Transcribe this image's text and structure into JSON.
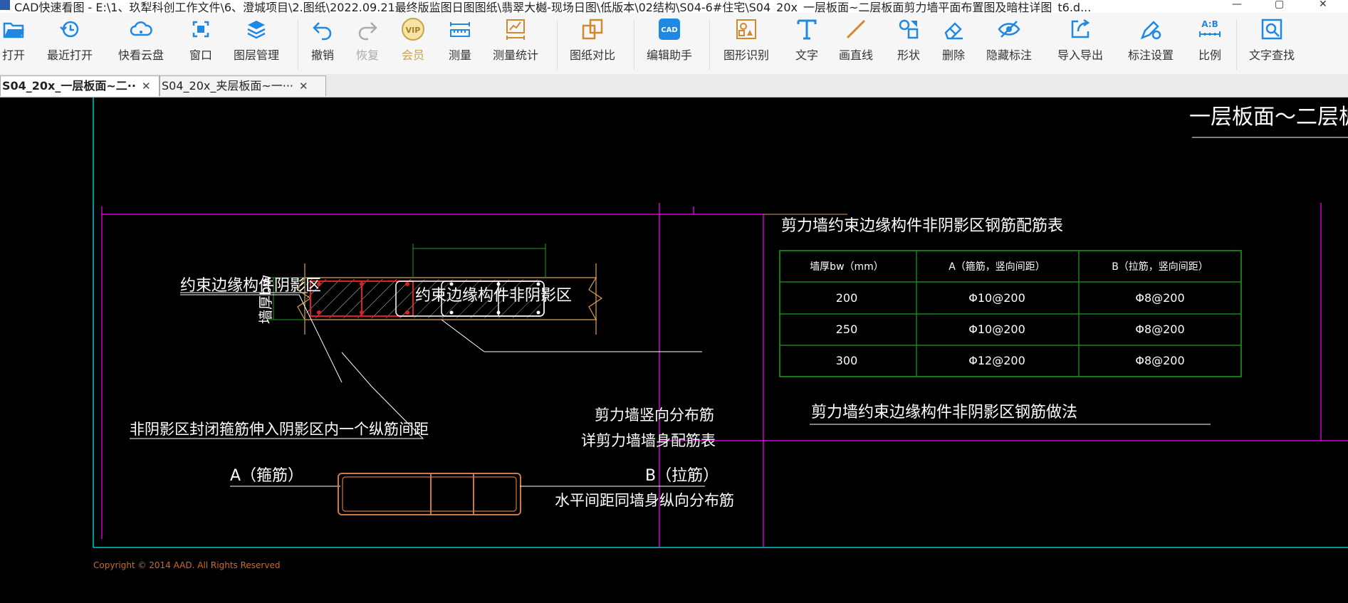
{
  "window": {
    "title": "CAD快速看图 - E:\\1、玖犁科创工作文件\\6、澄城项目\\2.图纸\\2022.09.21最终版监图日图图纸\\翡翠大樾-现场日图\\低版本\\02结构\\S04-6#住宅\\S04_20x_一层板面~二层板面剪力墙平面布置图及暗柱详图_t6.d...",
    "icon": "cad-app-icon",
    "min": "—",
    "restore": "▢",
    "close": "✕"
  },
  "toolbar": {
    "open": "打开",
    "recent": "最近打开",
    "cloud": "快看云盘",
    "window": "窗口",
    "layers": "图层管理",
    "undo": "撤销",
    "redo": "恢复",
    "vip": "会员",
    "measure": "测量",
    "measure_stats": "测量统计",
    "compare": "图纸对比",
    "edit_assistant": "编辑助手",
    "shape_recog": "图形识别",
    "text": "文字",
    "line": "画直线",
    "shape": "形状",
    "delete": "删除",
    "hide_anno": "隐藏标注",
    "import_export": "导入导出",
    "anno_settings": "标注设置",
    "scale": "比例",
    "text_search": "文字查找",
    "vip_badge": "VIP",
    "scale_badge": "A:B",
    "cad_badge": "CAD"
  },
  "tabs": [
    {
      "label": "S04_20x_一层板面~二··",
      "close": "✕"
    },
    {
      "label": "S04_20x_夹层板面~一···",
      "close": "✕"
    }
  ],
  "drawing": {
    "title": "一层板面～二层板面",
    "shadow_area": "约束边缘构件阴影区",
    "non_shadow_area": "约束边缘构件非阴影区",
    "wall_thickness": "墙厚bw",
    "stirrup_note": "非阴影区封闭箍筋伸入阴影区内一个纵筋间距",
    "vertical_bar": "剪力墙竖向分布筋",
    "see_body": "详剪力墙墙身配筋表",
    "a_label": "A（箍筋）",
    "b_label": "B（拉筋）",
    "horizontal_spacing": "水平间距同墙身纵向分布筋",
    "table_title": "剪力墙约束边缘构件非阴影区钢筋配筋表",
    "detail_title": "剪力墙约束边缘构件非阴影区钢筋做法",
    "copyright": "Copyright © 2014  AAD.  All Rights Reserved",
    "table": {
      "headers": [
        "墙厚bw（mm）",
        "A（箍筋，竖向间距）",
        "B（拉筋，竖向间距）"
      ],
      "rows": [
        [
          "200",
          "Φ10@200",
          "Φ8@200"
        ],
        [
          "250",
          "Φ10@200",
          "Φ8@200"
        ],
        [
          "300",
          "Φ12@200",
          "Φ8@200"
        ]
      ]
    }
  },
  "colors": {
    "accent": "#1e88e5",
    "cad_text": "#ffffff",
    "cad_magenta": "#ff00ff",
    "cad_cyan": "#00c8c8",
    "cad_green": "#1aa01a",
    "cad_red": "#e02020",
    "cad_copper": "#c87a4a",
    "copyright": "#d2691e"
  }
}
